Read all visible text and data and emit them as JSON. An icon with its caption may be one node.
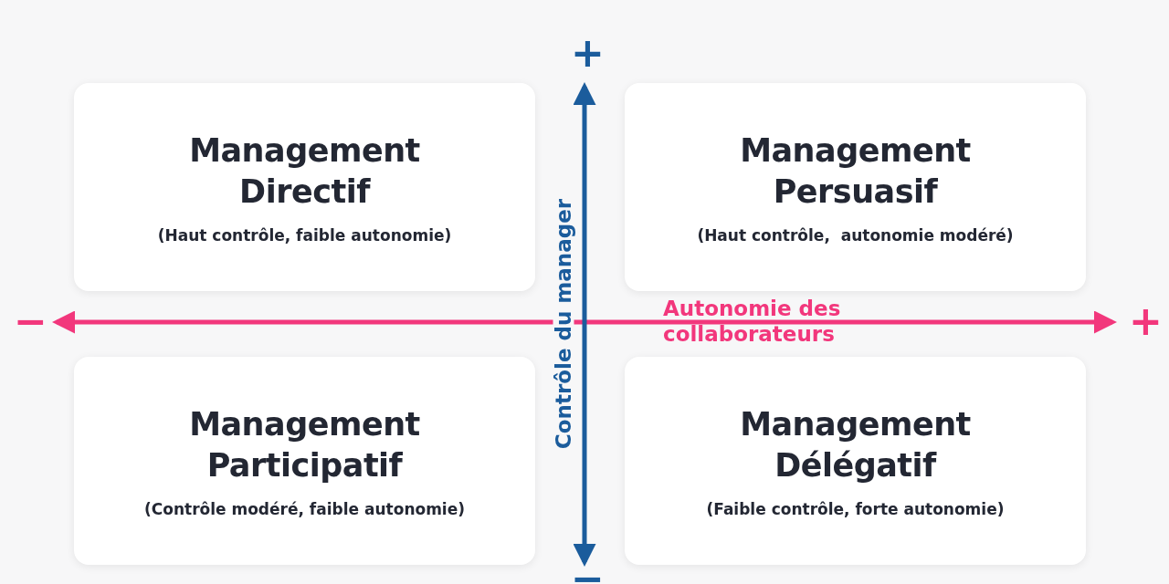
{
  "diagram": {
    "nodes": [
      {
        "text": [
          "Management Directif",
          "(Haut contrôle, faible autonomie)"
        ]
      },
      {
        "text": [
          "Management Persuasif",
          "(Haut contrôle,  autonomie modéré)"
        ]
      },
      {
        "text": [
          "Management Participatif",
          "(Contrôle modéré, faible autonomie)"
        ]
      },
      {
        "text": [
          "Management Délégatif",
          "(Faible contrôle, forte autonomie)"
        ]
      }
    ],
    "edges": [],
    "labels": [
      "+",
      "Contrôle du manager",
      "−",
      "Autonomie des collaborateurs",
      "+",
      "−"
    ]
  }
}
